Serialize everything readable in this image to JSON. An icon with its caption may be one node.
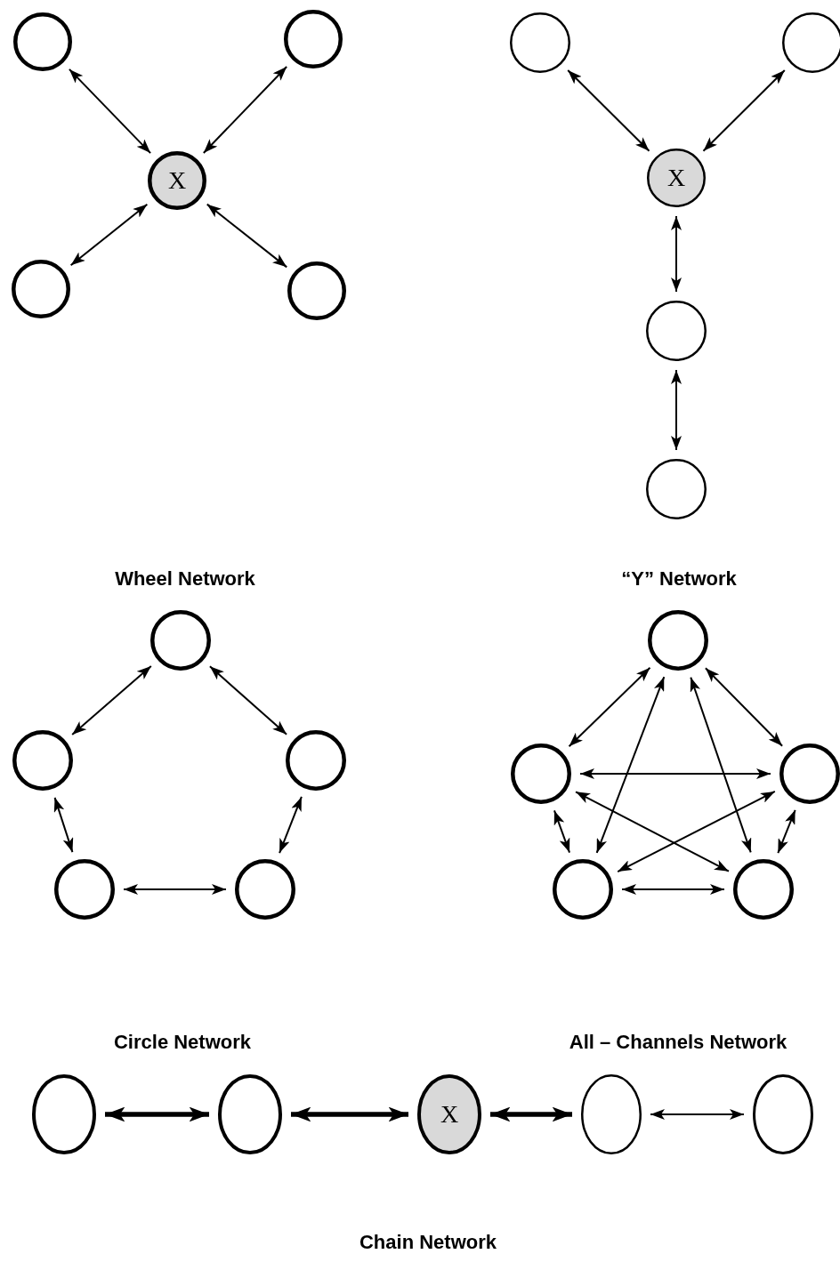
{
  "diagram": {
    "nodes": [
      {
        "text": [],
        "shape": "circle"
      },
      {
        "text": [],
        "shape": "circle"
      },
      {
        "text": [
          "X"
        ]
      },
      {
        "text": [],
        "shape": "circle"
      },
      {
        "text": [],
        "shape": "circle"
      },
      {
        "text": [],
        "shape": "circle"
      },
      {
        "text": [],
        "shape": "circle"
      },
      {
        "text": [
          "X"
        ]
      },
      {
        "text": [],
        "shape": "circle"
      },
      {
        "text": [],
        "shape": "circle"
      },
      {
        "text": [],
        "shape": "circle"
      },
      {
        "text": [],
        "shape": "circle"
      },
      {
        "text": [],
        "shape": "circle"
      },
      {
        "text": [],
        "shape": "circle"
      },
      {
        "text": [],
        "shape": "circle"
      },
      {
        "text": [],
        "shape": "circle"
      },
      {
        "text": [],
        "shape": "circle"
      },
      {
        "text": [],
        "shape": "circle"
      },
      {
        "text": [],
        "shape": "circle"
      },
      {
        "text": [],
        "shape": "circle"
      },
      {
        "text": [],
        "shape": "circle"
      },
      {
        "text": [],
        "shape": "circle"
      },
      {
        "text": [
          "X"
        ]
      },
      {
        "text": [],
        "shape": "circle"
      },
      {
        "text": [],
        "shape": "circle"
      }
    ],
    "edges": [
      {
        "from": 0,
        "to": 2,
        "arrow": "both"
      },
      {
        "from": 1,
        "to": 2,
        "arrow": "both"
      },
      {
        "from": 3,
        "to": 2,
        "arrow": "both"
      },
      {
        "from": 4,
        "to": 2,
        "arrow": "both"
      },
      {
        "from": 5,
        "to": 7,
        "arrow": "both"
      },
      {
        "from": 6,
        "to": 7,
        "arrow": "both"
      },
      {
        "from": 7,
        "to": 8,
        "arrow": "both"
      },
      {
        "from": 8,
        "to": 9,
        "arrow": "both"
      },
      {
        "from": 10,
        "to": 11,
        "arrow": "both"
      },
      {
        "from": 10,
        "to": 12,
        "arrow": "both"
      },
      {
        "from": 11,
        "to": 13,
        "arrow": "both"
      },
      {
        "from": 12,
        "to": 14,
        "arrow": "both"
      },
      {
        "from": 13,
        "to": 14,
        "arrow": "both"
      },
      {
        "from": 15,
        "to": 16,
        "arrow": "both"
      },
      {
        "from": 15,
        "to": 17,
        "arrow": "both"
      },
      {
        "from": 16,
        "to": 17,
        "arrow": "both"
      },
      {
        "from": 15,
        "to": 18,
        "arrow": "both"
      },
      {
        "from": 15,
        "to": 19,
        "arrow": "both"
      },
      {
        "from": 16,
        "to": 18,
        "arrow": "both"
      },
      {
        "from": 16,
        "to": 19,
        "arrow": "both"
      },
      {
        "from": 17,
        "to": 18,
        "arrow": "both"
      },
      {
        "from": 17,
        "to": 19,
        "arrow": "both"
      },
      {
        "from": 18,
        "to": 19,
        "arrow": "both"
      },
      {
        "from": 20,
        "to": 21,
        "arrow": "both",
        "style": "thick"
      },
      {
        "from": 21,
        "to": 22,
        "arrow": "both",
        "style": "thick"
      },
      {
        "from": 22,
        "to": 23,
        "arrow": "both",
        "style": "thick"
      },
      {
        "from": 23,
        "to": 24,
        "arrow": "both"
      }
    ],
    "labels": [
      "Wheel Network",
      "“Y” Network",
      "Circle Network",
      "All – Channels Network",
      "Chain Network"
    ]
  }
}
